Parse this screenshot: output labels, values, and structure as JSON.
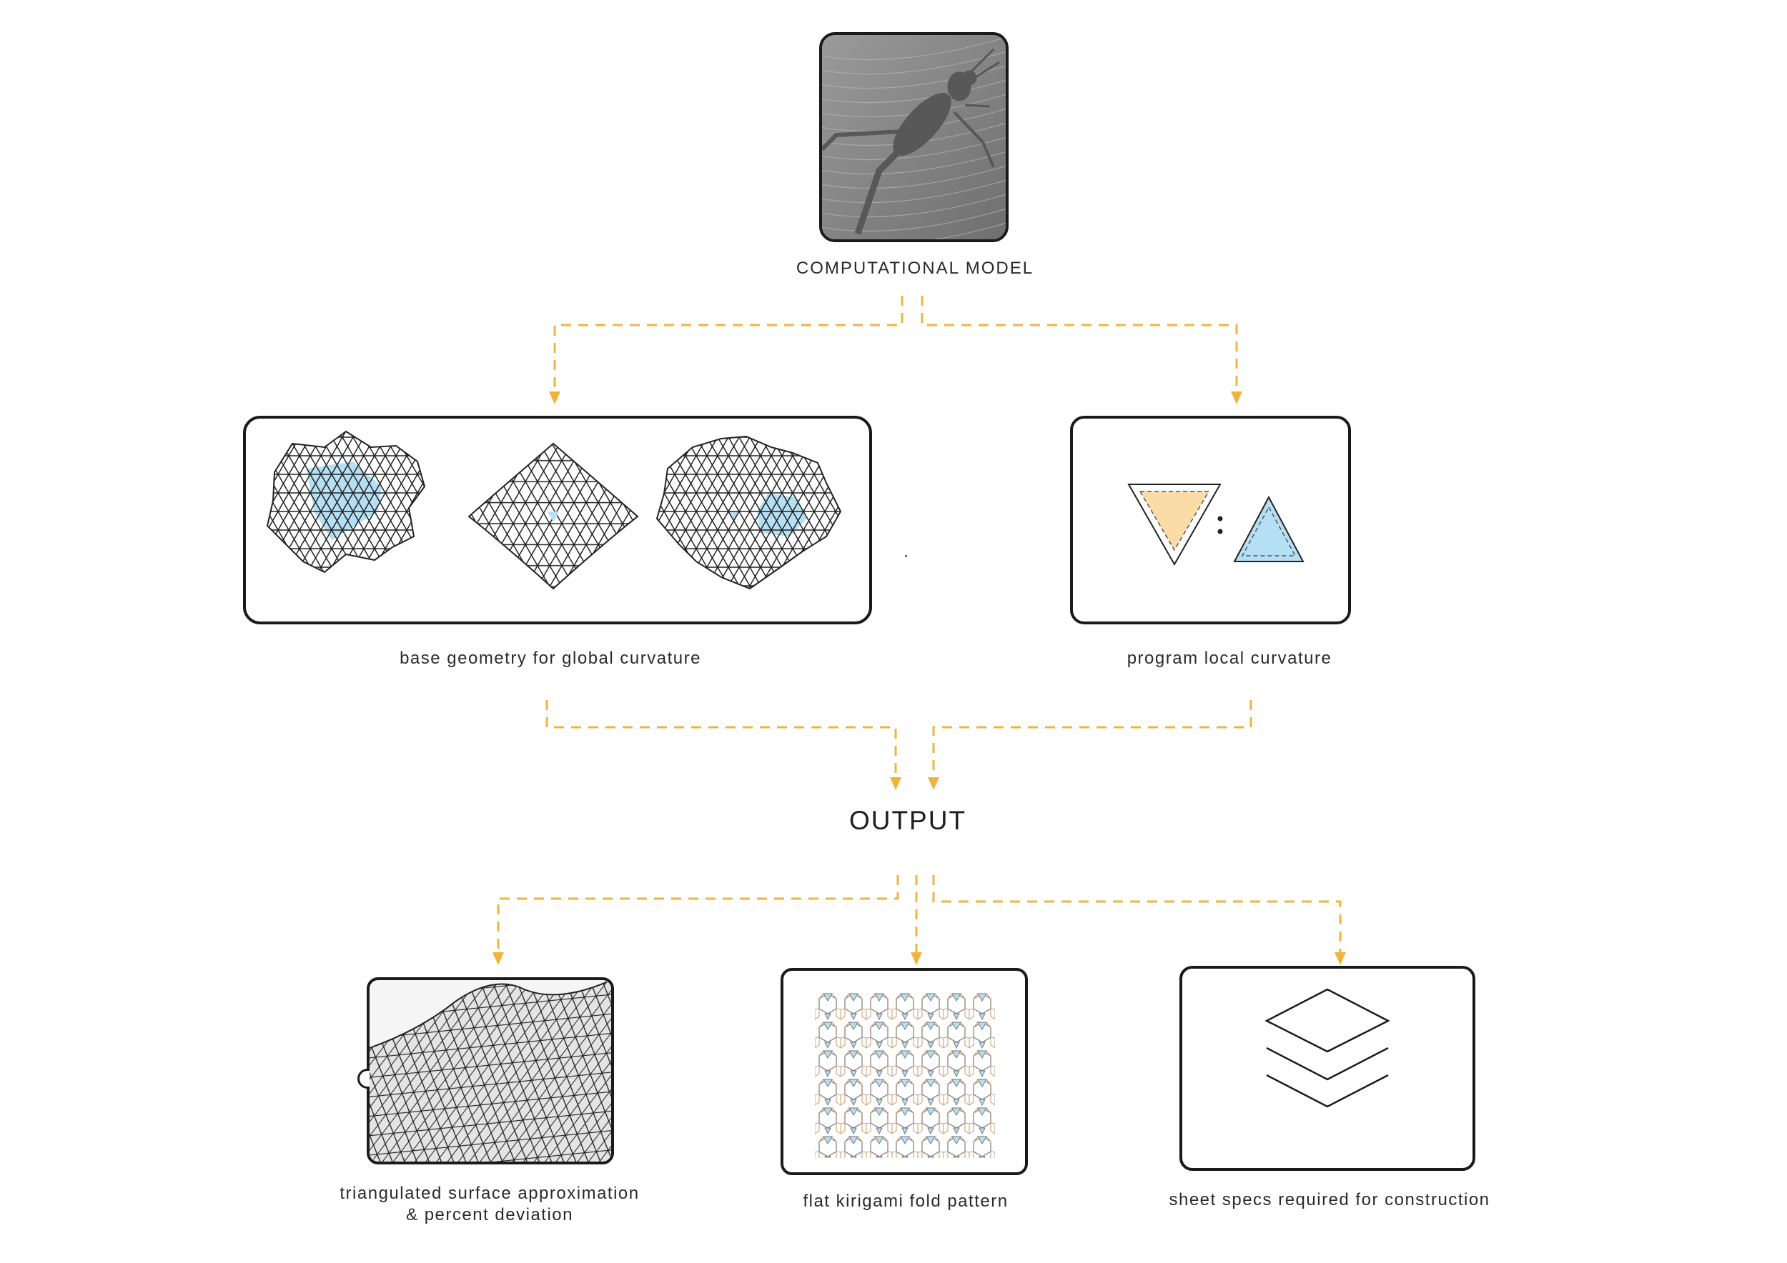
{
  "colors": {
    "arrow": "#f0b43c",
    "outline": "#1a1a1a",
    "highlight_blue": "#b5dff3",
    "highlight_orange": "#fbdca7",
    "mesh_fill": "#e8e8e8"
  },
  "nodes": {
    "computational_model": {
      "label": "COMPUTATIONAL MODEL",
      "icon": "grasshopper-logo"
    },
    "base_geometry": {
      "label": "base geometry for global curvature"
    },
    "local_curvature": {
      "label": "program local curvature"
    },
    "output": {
      "label": "OUTPUT"
    },
    "surface": {
      "label": "triangulated surface approximation & percent deviation"
    },
    "fold_pattern": {
      "label": "flat kirigami fold pattern"
    },
    "sheet_specs": {
      "label": "sheet specs required for construction",
      "icon": "layers-icon"
    }
  }
}
